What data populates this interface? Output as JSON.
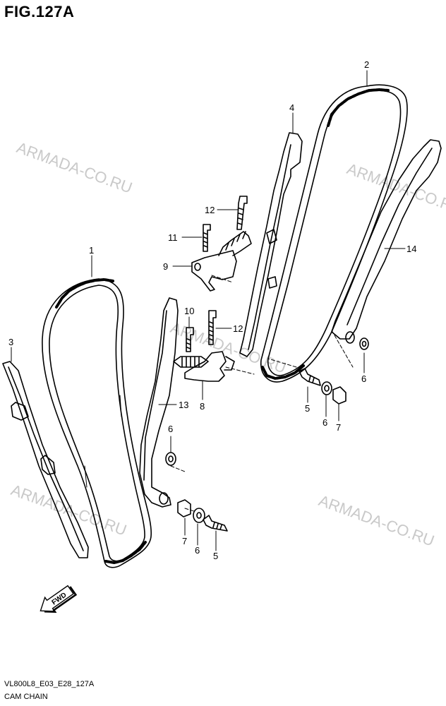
{
  "figure": {
    "title": "FIG.127A",
    "code": "VL800L8_E03_E28_127A",
    "caption": "CAM CHAIN"
  },
  "watermark": {
    "text": "ARMADA-CO.RU",
    "color": "#c9c9c9"
  },
  "callouts": {
    "c1": "1",
    "c2": "2",
    "c3": "3",
    "c4": "4",
    "c5a": "5",
    "c5b": "5",
    "c6a": "6",
    "c6b": "6",
    "c6c": "6",
    "c6d": "6",
    "c7a": "7",
    "c7b": "7",
    "c8": "8",
    "c9": "9",
    "c10": "10",
    "c11": "11",
    "c12a": "12",
    "c12b": "12",
    "c13": "13",
    "c14": "14"
  },
  "fwd_badge": {
    "label": "FWD",
    "icon": "forward-arrow-icon"
  }
}
